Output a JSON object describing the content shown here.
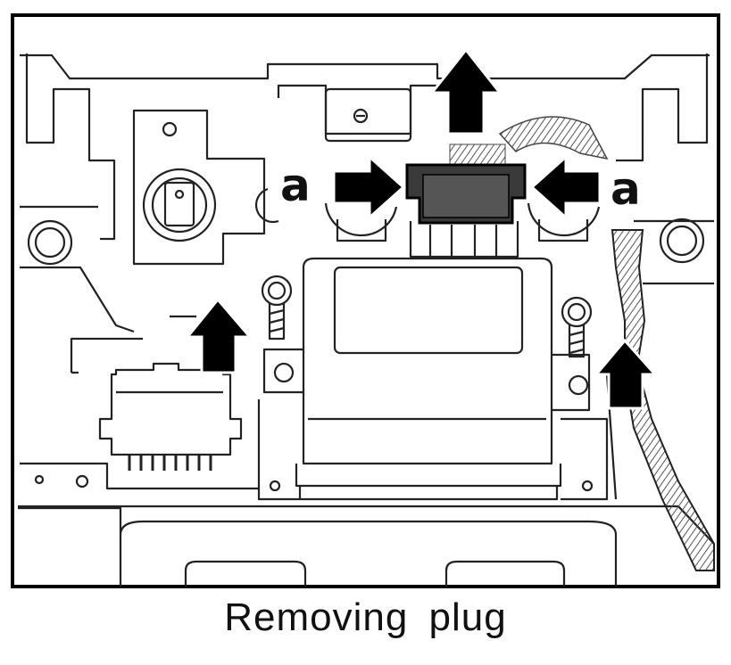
{
  "figure": {
    "caption": "Removing plug",
    "callouts": [
      {
        "id": "left",
        "text": "a"
      },
      {
        "id": "right",
        "text": "a"
      }
    ],
    "colors": {
      "line": "#222222",
      "frame": "#000000",
      "plug_fill": "#3a3a3a",
      "arrow": "#000000",
      "background": "#ffffff"
    },
    "icons": [
      "arrow-up-icon",
      "arrow-right-icon",
      "arrow-left-icon",
      "curved-arrow-icon"
    ]
  }
}
